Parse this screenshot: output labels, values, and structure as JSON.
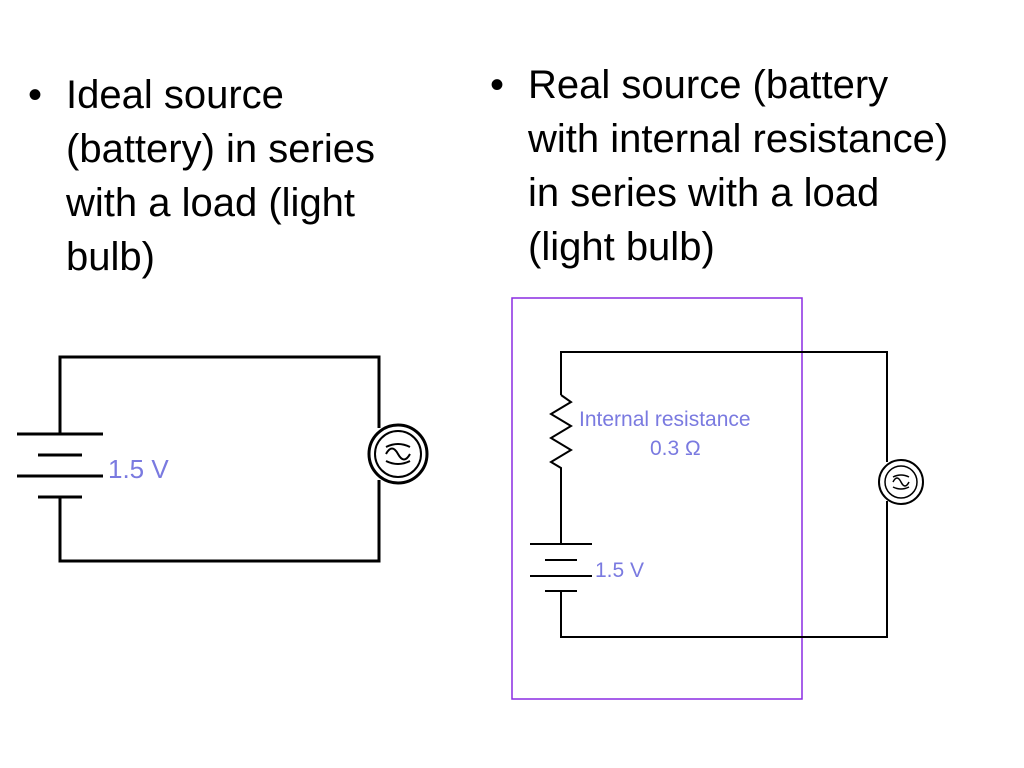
{
  "left": {
    "bullet": "•",
    "text": "Ideal source (battery) in series with a load (light bulb)",
    "lines": [
      "Ideal source",
      "(battery) in series",
      "with a load (light",
      "bulb)"
    ],
    "voltage_label": "1.5 V"
  },
  "right": {
    "bullet": "•",
    "text": "Real source (battery with internal resistance) in series with a load (light bulb)",
    "lines": [
      "Real source (battery",
      "with internal resistance)",
      "in series with a load",
      "(light bulb)"
    ],
    "resistance_label": "Internal resistance",
    "resistance_value": "0.3 Ω",
    "voltage_label": "1.5 V"
  },
  "colors": {
    "wire": "#000000",
    "label": "#7a7ae0",
    "source_box": "#8a2be2"
  }
}
